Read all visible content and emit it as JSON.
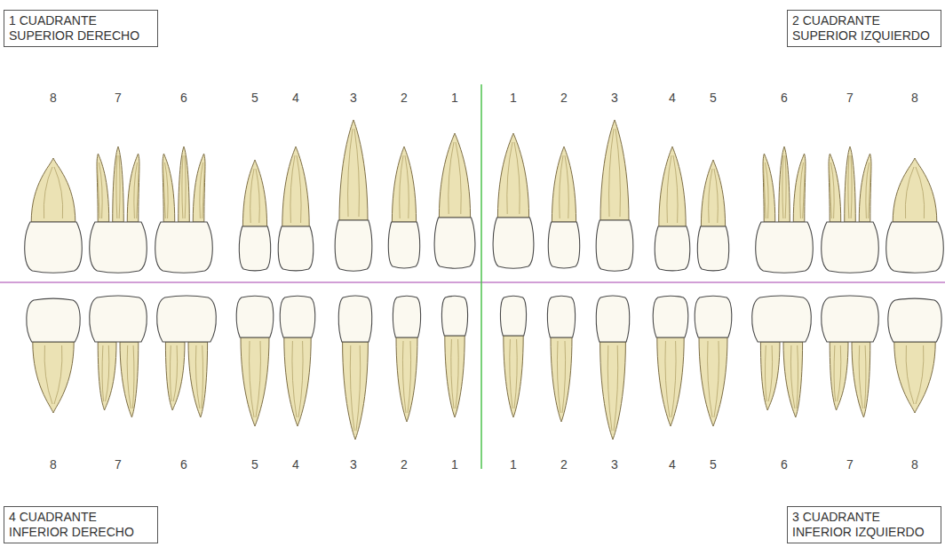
{
  "diagram": {
    "nodes": [
      {
        "text": [
          "1 CUADRANTE SUPERIOR DERECHO"
        ]
      },
      {
        "text": [
          "2 CUADRANTE SUPERIOR IZQUIERDO"
        ]
      },
      {
        "text": [
          "4 CUADRANTE INFERIOR DERECHO"
        ]
      },
      {
        "text": [
          "3 CUADRANTE INFERIOR IZQUIERDO"
        ]
      }
    ],
    "labels": [
      "8",
      "7",
      "6",
      "5",
      "4",
      "3",
      "2",
      "1",
      "1",
      "2",
      "3",
      "4",
      "5",
      "6",
      "7",
      "8",
      "8",
      "7",
      "6",
      "5",
      "4",
      "3",
      "2",
      "1",
      "1",
      "2",
      "3",
      "4",
      "5",
      "6",
      "7",
      "8"
    ]
  }
}
